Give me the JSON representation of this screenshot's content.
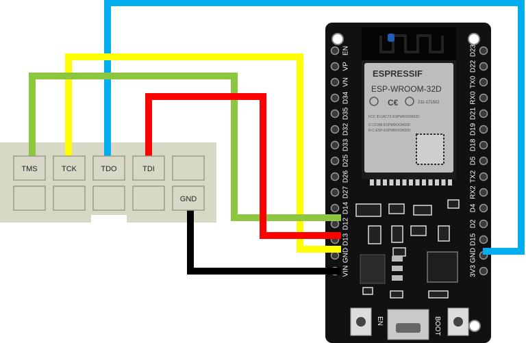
{
  "connector": {
    "top_row": [
      "TMS",
      "TCK",
      "TDO",
      "TDI",
      ""
    ],
    "bottom_row": [
      "",
      "",
      "",
      "",
      "GND"
    ]
  },
  "wires": [
    {
      "signal": "TMS",
      "to_pin": "D14",
      "color": "#8dc63f"
    },
    {
      "signal": "TCK",
      "to_pin": "D13",
      "color": "#ffff00"
    },
    {
      "signal": "TDO",
      "to_pin": "D15",
      "color": "#00aeef"
    },
    {
      "signal": "TDI",
      "to_pin": "D12",
      "color": "#ff0000"
    },
    {
      "signal": "GND",
      "to_pin": "GND",
      "color": "#000000"
    }
  ],
  "board": {
    "module_brand": "ESPRESSIF",
    "module_name": "ESP-WROOM-32D",
    "module_id": "211-171502",
    "module_fcc": "FCC ID:2AC7Z-ESPWROOM32D",
    "module_text1": "IC:21098-ESPWROOM32D",
    "module_text2": "R-C-ESP-ESPWROOM32D",
    "left_pins": [
      "EN",
      "VP",
      "VN",
      "D34",
      "D35",
      "D32",
      "D33",
      "D25",
      "D26",
      "D27",
      "D14",
      "D12",
      "D13",
      "GND",
      "VIN"
    ],
    "right_pins": [
      "D23",
      "D22",
      "TX0",
      "RX0",
      "D21",
      "D19",
      "D18",
      "D5",
      "TX2",
      "RX2",
      "D4",
      "D2",
      "D15",
      "GND",
      "3V3"
    ],
    "button_en": "EN",
    "button_boot": "BOOT"
  }
}
